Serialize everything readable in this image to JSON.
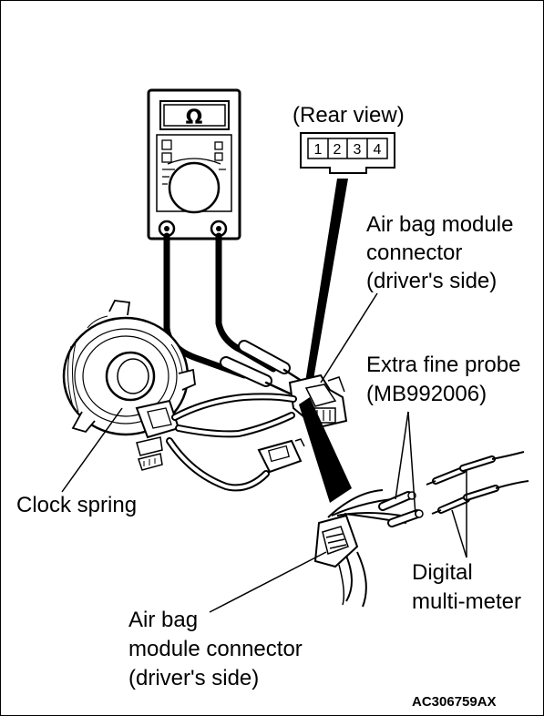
{
  "labels": {
    "rear_view": "(Rear view)",
    "pins": [
      "1",
      "2",
      "3",
      "4"
    ],
    "ohm_symbol": "Ω",
    "airbag_connector_top": [
      "Air bag module",
      "connector",
      "(driver's side)"
    ],
    "extra_fine_probe": [
      "Extra fine probe",
      "(MB992006)"
    ],
    "clock_spring": "Clock spring",
    "digital_multimeter": [
      "Digital",
      "multi-meter"
    ],
    "airbag_connector_bottom": [
      "Air bag",
      "module connector",
      "(driver's side)"
    ],
    "figure_code": "AC306759AX"
  }
}
